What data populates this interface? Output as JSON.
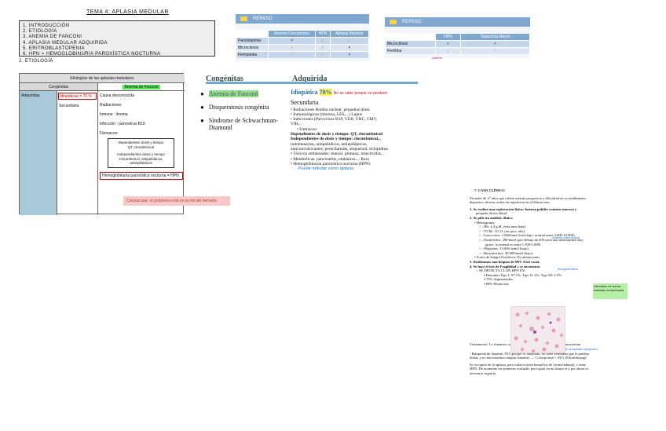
{
  "title": "TEMA 4: APLASIA MEDULAR",
  "index": [
    "1. INTRODUCCIÓN",
    "2. ETIOLOGÍA",
    "3. ANEMIA DE FANCONI",
    "4. APLASIA MEDULAR ADQUIRIDA",
    "5. ERITROBLASTOPENIA",
    "6. HPN = HEMOGLOBINURIA PAROXÍSTICA NOCTURNA"
  ],
  "section": "2. ETIOLOGÍA",
  "table": {
    "header": "Etiologías de las aplasias medulares",
    "congenitas": "Congénitas",
    "fanconi": "Anemia de Fanconi",
    "adquiridas": "Adquiridas",
    "idiopaticas": "Idiopáticas = 70 %",
    "secundaria": "Secundaria",
    "right": [
      "Causa desconocida",
      "Radiaciones",
      "Inmune : linoma",
      "Infección : parvovirus B19",
      "Fármacos:"
    ],
    "box1": [
      "Dependientes dosis y tiempo",
      "QT, cloranfenicol"
    ],
    "box2": [
      "Independientes dosis y tiempo",
      "Cloranfenicol, antipalúdicos, antiepilépticos"
    ],
    "hpn": "Hemoglobinuria paroxística nocturna = HPN"
  },
  "pink_note": "Corpuscular: el problema está en la mb del hematíe",
  "repaso1": {
    "label": "REPASO",
    "cols": [
      "",
      "Anemia Ferropénica",
      "HPN",
      "Aplasia Medular"
    ],
    "rows": [
      [
        "Pancitopenia",
        "×",
        "✓",
        "✓"
      ],
      [
        "Microcitosis",
        "✓",
        "✓",
        "×"
      ],
      [
        "Ferropenia",
        "✓",
        "✓",
        "×"
      ]
    ]
  },
  "repaso2": {
    "label": "REPASO",
    "cols": [
      "",
      "HPN",
      "Talasemia Mayor"
    ],
    "rows": [
      [
        "Microcitosis",
        "✓",
        "✓"
      ],
      [
        "Ferritina",
        "↓",
        "↑"
      ]
    ],
    "annot": "paciente"
  },
  "mid": {
    "h_cong": "Congénitas",
    "h_adq": "Adquirida",
    "left": [
      "Anemia de Fanconi",
      "Disqueratosis congénita",
      "Síndrome de Schwachman-Diamond"
    ],
    "idiop": "Idiopática",
    "idiop_pct": "70%",
    "idiop_note": "No se sabe porque se produce",
    "secundaria": "Secundaria",
    "lines": [
      "• Radiaciones Bomba nuclear, pequeñas dosis",
      "• Inmunológicas (timoma, LES,...)   Lupus",
      "• Infecciones (Parvovirus B19, VEB, VHC,        CMV,",
      "VIH,...",
      "• Fármacos:",
      "Dependientes de dosis y tiempo: QT,          cloranfenicol",
      "Independientes de dosis y tiempo:           cloranfenicol,..",
      "indometacina,              antipalúdicos, antiepilépticos,",
      "anticonvulsivantes,    penicilamida,          alopurinol, ticlopidina",
      "• Tóxicos ambientales: benzol, pinturas, insecticidas,..",
      "• Metabólicas: pancreatitis, embarazo,...   Raro",
      "• Hemoglobinuria paroxística nocturna (HPN)",
      "Puede debutar como aplasia"
    ]
  },
  "caso": {
    "title": "7. CASO CLÍNICO",
    "lines": [
      "Paciente de 17 años que refiere astenia progresiva y dificultad en su rendimiento",
      "deportivo, úlceras orales de repetición en el último mes.",
      "1. Se realiza una exploración física: Intensa palidez cutáneo-mucosa y",
      "pequeña úlcera labial.",
      "2. Se pide un análisis clínico",
      "• Hemograma:",
      "○ ↓Hb: 4,4 g/dL (está muy baja)",
      "○ ↑VCM: 112 fL (un poco alto)",
      "○ ↓Leucocitos: 1.660/mm3 (está bajo, normal entre 4.000-10.000)",
      "○ ↓Neutrófilos: 290/mm3 (por debajo de 200 sería una neutropenia muy",
      "grave, lo normal es entre 1.500-5.000)",
      "○ ↓Plaquetas: 13.000 /mm3 (baja)",
      "○ ↓Reticulocitos: 30.000/mm3 (bajo)",
      "• Frotis de Sangre Periférica: No alteraciones.",
      "3. Realizamos una biopsia de MO: Está vacía.",
      "4. Se hace el test de Fragilidad y se encuentra:",
      "○ SE DETECTA CLON HPN EN:",
      "▪ Hematíes Tipo I: 97.5%; Tipo II: 2%; Tipo III: 0.5%.",
      "▪ 75% Segmentados",
      "▪ 68% Monocitos"
    ],
    "anemia_note": "Anemia macrocítica",
    "arrag_note": "Arregenerativa",
    "green_note": "Hematíes de forma habitual compensada",
    "trat": [
      "Tratamiento: Lo tratamos como aplasia, no como HPN. Masma neutrasomun",
      "No trasplante alogenico",
      "- Búsqueda de donante: NO (porque es adoptada, no tiene hermanos que le puedan",
      "donar, y no encontramos ningún donante) → Ciclosporina + ATG (Eltrombopag)",
      "Se recuperó de la aplasia, pero todavía tiene hemolisis de forma habitual, y tiene",
      "HPN. De momento no ponemos eculinab, pero igual en un futuro sí y por ahora es",
      "necesario seguirla."
    ]
  }
}
